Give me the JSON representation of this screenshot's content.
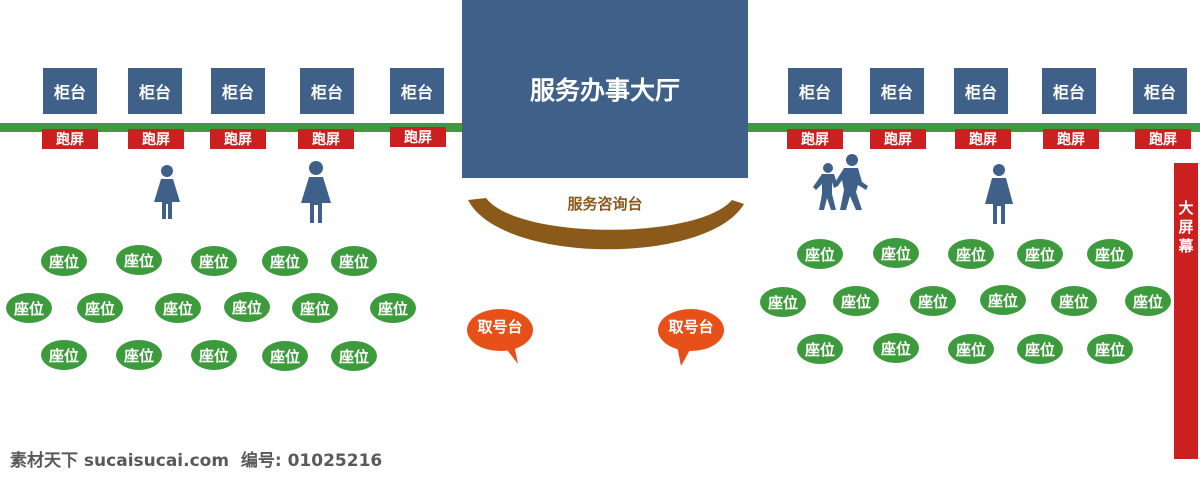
{
  "counters": {
    "left": [
      "柜台",
      "柜台",
      "柜台",
      "柜台",
      "柜台"
    ],
    "right": [
      "柜台",
      "柜台",
      "柜台",
      "柜台",
      "柜台"
    ]
  },
  "tickers": {
    "left": [
      "跑屏",
      "跑屏",
      "跑屏",
      "跑屏",
      "跑屏"
    ],
    "right": [
      "跑屏",
      "跑屏",
      "跑屏",
      "跑屏",
      "跑屏"
    ]
  },
  "hall_title": "服务办事大厅",
  "service_desk": "服务咨询台",
  "ticket_machines": [
    "取号台",
    "取号台"
  ],
  "big_screen": "大屏幕",
  "seat_label": "座位",
  "watermark": "素材天下 sucaisucai.com  编号: 01025216",
  "colors": {
    "counter_blue": "#3f6089",
    "band_green": "#3d9b3d",
    "ticker_red": "#cc1f1f",
    "desk_brown": "#8b5a1a",
    "ticket_orange": "#e8501a"
  }
}
